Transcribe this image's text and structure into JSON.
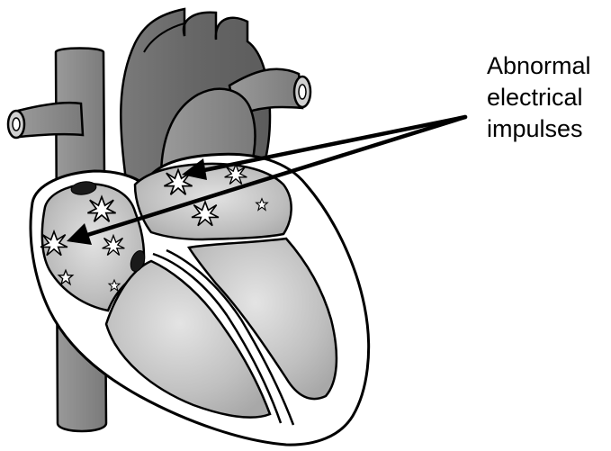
{
  "annotation": {
    "lines": [
      "Abnormal",
      "electrical",
      "impulses"
    ]
  },
  "colors": {
    "vessel_gray": "#8a8a8a",
    "aorta_gray": "#6f6f6f",
    "chamber_fill": "#bdbdbd",
    "outline": "#000000",
    "background": "#ffffff"
  },
  "icons": [
    "spark-icon",
    "star-icon",
    "node-icon"
  ]
}
